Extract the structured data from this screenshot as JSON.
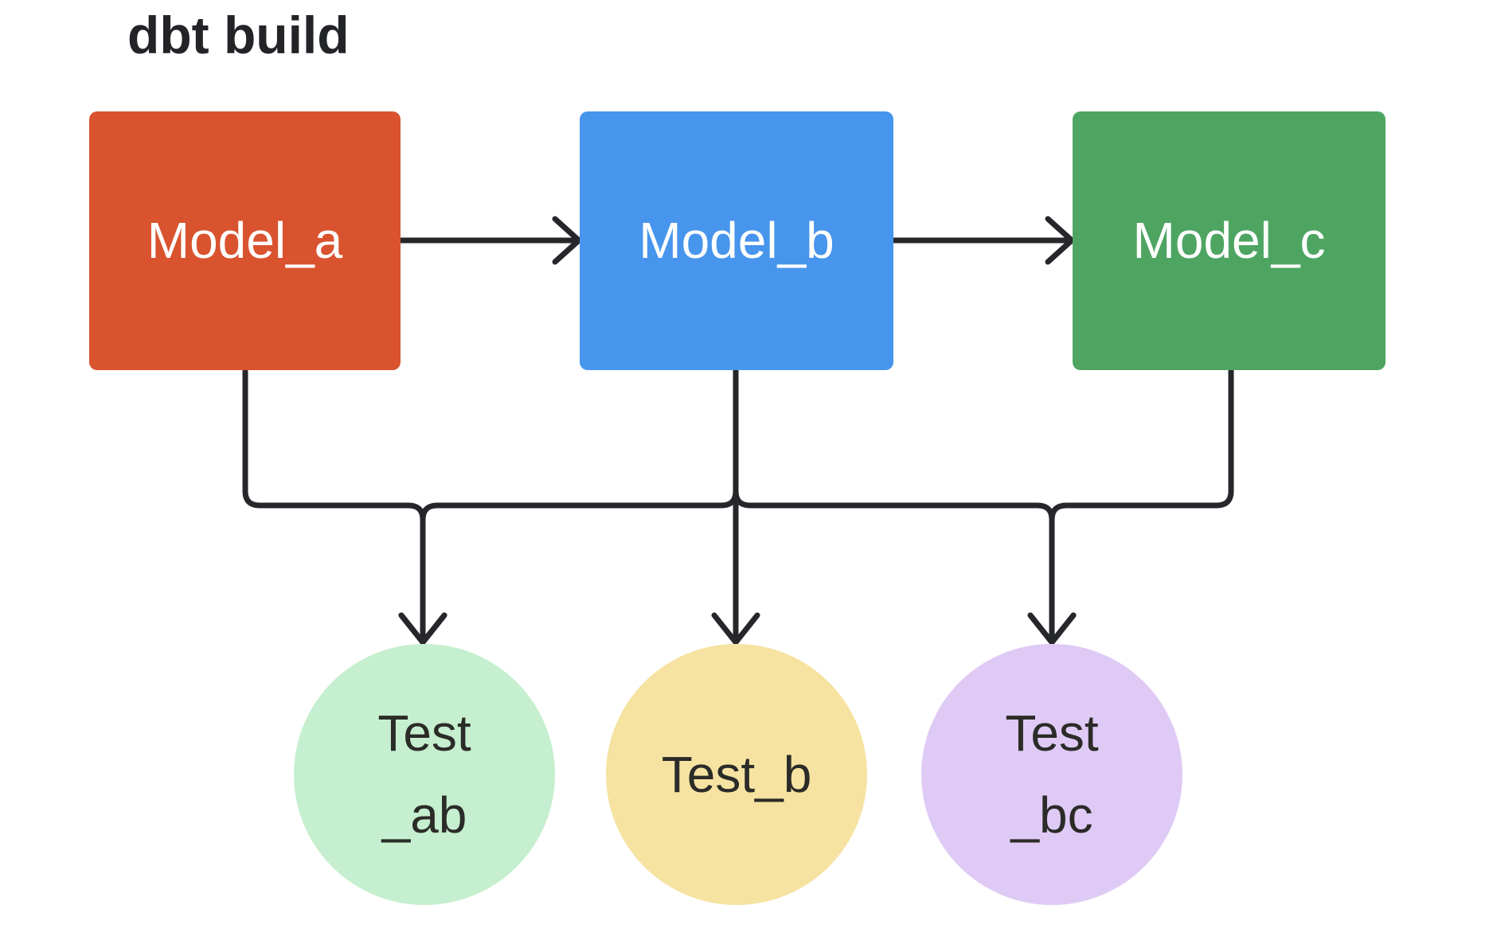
{
  "title": "dbt build",
  "colors": {
    "background": "#ffffff",
    "line": "#26272b",
    "title_text": "#222428",
    "model_label_text": "#ffffff",
    "test_label_text": "#2b2b28",
    "model_a_fill": "#d9532f",
    "model_b_fill": "#4795ec",
    "model_c_fill": "#4ea562",
    "test_ab_fill": "#c5efcf",
    "test_b_fill": "#f6e3a2",
    "test_bc_fill": "#dfcaf6"
  },
  "diagram": {
    "models": [
      {
        "id": "model_a",
        "label": "Model_a"
      },
      {
        "id": "model_b",
        "label": "Model_b"
      },
      {
        "id": "model_c",
        "label": "Model_c"
      }
    ],
    "tests": [
      {
        "id": "test_ab",
        "line1": "Test",
        "line2": "_ab"
      },
      {
        "id": "test_b",
        "line1": "Test_b",
        "line2": ""
      },
      {
        "id": "test_bc",
        "line1": "Test",
        "line2": "_bc"
      }
    ],
    "edges": [
      {
        "from": "model_a",
        "to": "model_b"
      },
      {
        "from": "model_b",
        "to": "model_c"
      },
      {
        "from": "model_a",
        "to": "test_ab"
      },
      {
        "from": "model_b",
        "to": "test_ab"
      },
      {
        "from": "model_b",
        "to": "test_b"
      },
      {
        "from": "model_b",
        "to": "test_bc"
      },
      {
        "from": "model_c",
        "to": "test_bc"
      }
    ]
  }
}
